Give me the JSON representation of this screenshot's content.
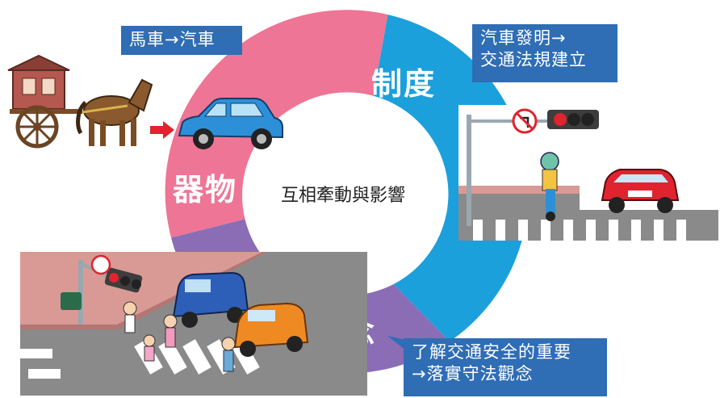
{
  "center_label": "互相牽動與影響",
  "segments": [
    {
      "key": "artifacts",
      "label": "器物",
      "color": "#ee7595"
    },
    {
      "key": "institutions",
      "label": "制度",
      "color": "#1ba0dc"
    },
    {
      "key": "ideas",
      "label": "理念",
      "color": "#8a6db5"
    }
  ],
  "callouts": {
    "artifacts": "馬車→汽車",
    "institutions": [
      "汽車發明→",
      "交通法規建立"
    ],
    "ideas": [
      "了解交通安全的重要",
      "→落實守法觀念"
    ]
  },
  "colors": {
    "callout_bg": "#2f6db5",
    "car_blue": "#2d8fd8",
    "car_red": "#e0232e",
    "car_orange": "#ef8a23",
    "ground_pink": "#d99a96"
  },
  "icons": [
    "horse-carriage-icon",
    "arrow-right-icon",
    "blue-car-icon",
    "traffic-light-icon",
    "no-left-turn-sign-icon",
    "scooter-rider-icon",
    "red-car-icon",
    "crosswalk-icon",
    "van-icon",
    "orange-car-icon",
    "pedestrian-children-icon"
  ]
}
